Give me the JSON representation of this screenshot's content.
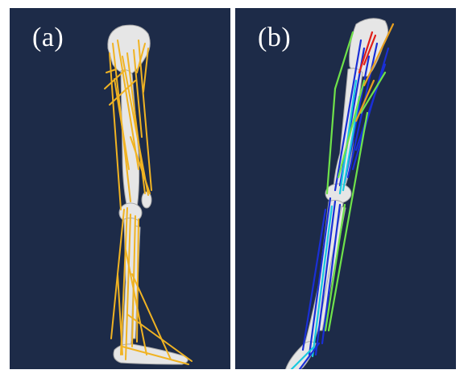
{
  "panels": [
    {
      "label": "(a)",
      "subject": "leg-musculoskeletal-model-uniform-muscles",
      "muscle_color": "#f0b323"
    },
    {
      "label": "(b)",
      "subject": "leg-musculoskeletal-model-activation-colored-muscles"
    }
  ],
  "colors": {
    "background": "#1d2b48",
    "bone": "#e6e6e6",
    "bone_shadow": "#a8a8a8",
    "muscle_a": "#f0b323",
    "activation_low": "#1a2fd6",
    "activation_mid_low": "#19c9e0",
    "activation_mid": "#6fe24a",
    "activation_mid_high": "#e8a020",
    "activation_high": "#e0201a"
  }
}
